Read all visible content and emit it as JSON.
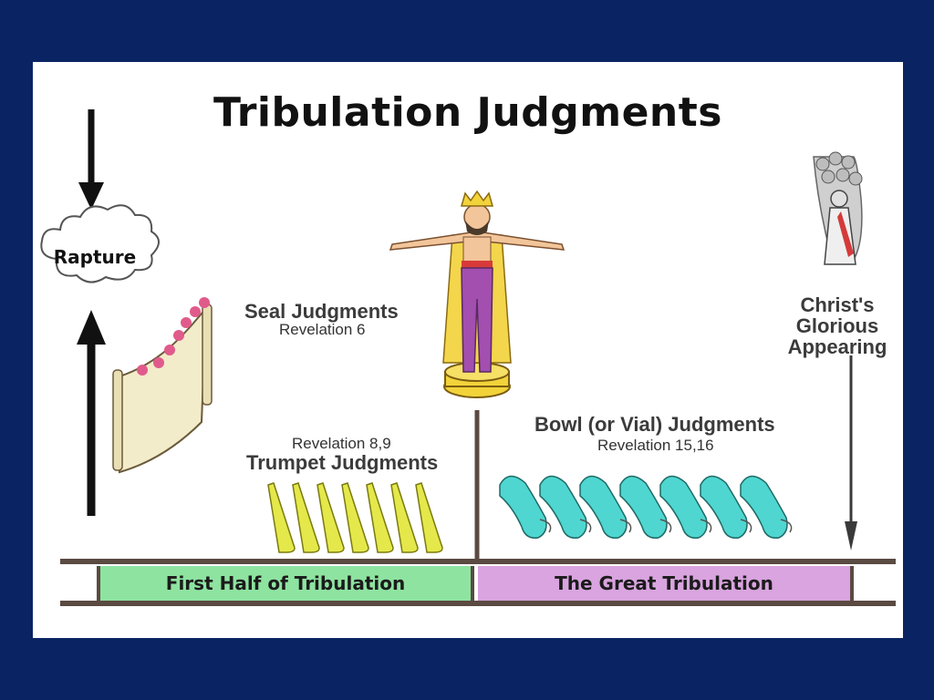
{
  "title": "Tribulation Judgments",
  "rapture": {
    "label": "Rapture"
  },
  "seal": {
    "title": "Seal Judgments",
    "reference": "Revelation 6"
  },
  "trumpet": {
    "reference": "Revelation 8,9",
    "title": "Trumpet Judgments"
  },
  "bowl": {
    "title": "Bowl (or Vial) Judgments",
    "reference": "Revelation 15,16"
  },
  "appearing": {
    "line1": "Christ's",
    "line2": "Glorious",
    "line3": "Appearing"
  },
  "timeline": {
    "first_half": "First Half of Tribulation",
    "great": "The Great Tribulation"
  },
  "colors": {
    "background": "#0a2463",
    "first_half": "#8ee3a0",
    "great": "#d9a4df",
    "trumpet": "#e4e84a",
    "bowl": "#4fd6d0",
    "rail": "#5a4a42"
  }
}
